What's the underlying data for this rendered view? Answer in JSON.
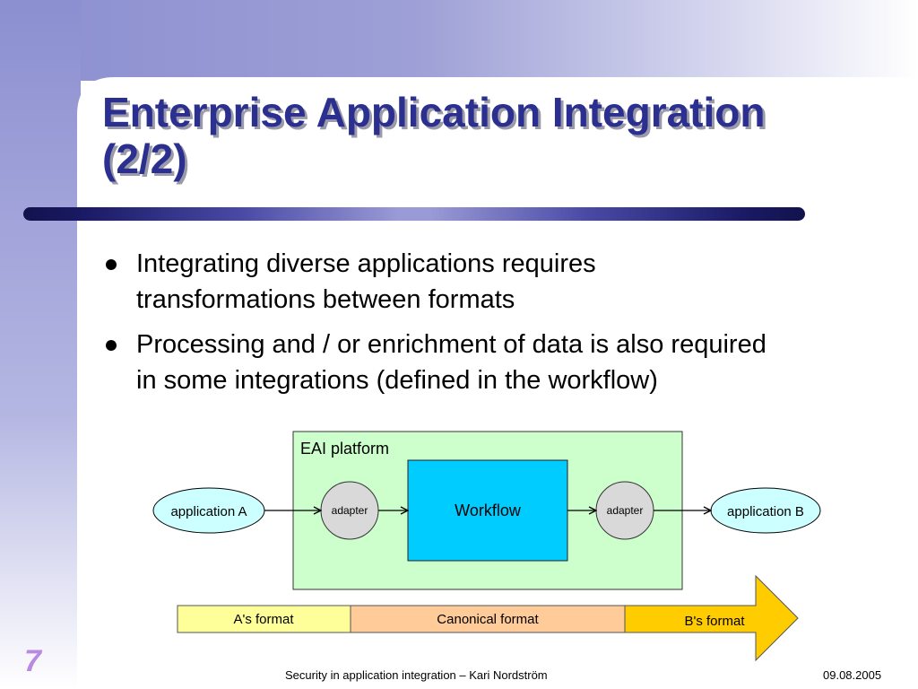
{
  "slide": {
    "title_lines": [
      "Enterprise Application Integration",
      "(2/2)"
    ],
    "bullets": [
      [
        "Integrating diverse applications requires",
        "transformations between formats"
      ],
      [
        "Processing and / or enrichment of data is also required",
        "in some integrations (defined in the workflow)"
      ]
    ],
    "number": "7",
    "footer": "Security in application integration – Kari Nordström",
    "date": "09.08.2005"
  },
  "diagram": {
    "platform_label": "EAI platform",
    "nodes": {
      "app_a": "application A",
      "adapter_left": "adapter",
      "workflow": "Workflow",
      "adapter_right": "adapter",
      "app_b": "application B"
    },
    "formats": [
      "A's format",
      "Canonical format",
      "B's format"
    ]
  },
  "colors": {
    "title": "#2b2f8f",
    "platform_fill": "#ccffcc",
    "workflow_fill": "#00ccff",
    "adapter_fill": "#d9d9d9",
    "application_fill": "#ccffff",
    "format_a_fill": "#ffff99",
    "format_canonical_fill": "#ffcc99",
    "format_b_fill": "#ffcc00",
    "slide_number": "#b98ae0"
  }
}
